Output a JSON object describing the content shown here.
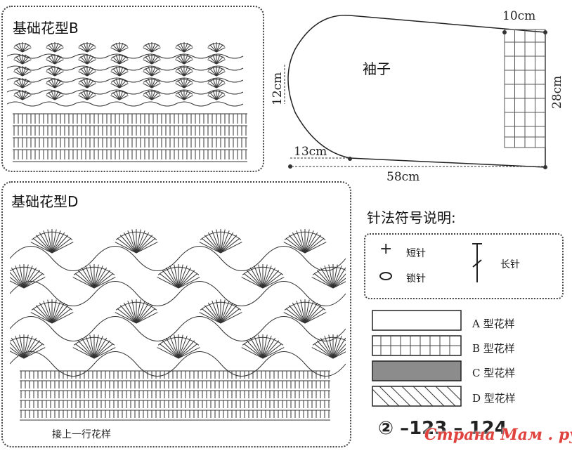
{
  "top_caption": "...",
  "panel_b": {
    "title": "基础花型B"
  },
  "panel_d": {
    "title": "基础花型D",
    "footer": "接上一行花样"
  },
  "sleeve": {
    "label": "袖子",
    "dims": {
      "top": "10cm",
      "left": "12cm",
      "right": "28cm",
      "bottom_left": "13cm",
      "bottom": "58cm"
    }
  },
  "symbols": {
    "heading": "针法符号说明:",
    "items": [
      {
        "glyph": "+",
        "name": "短针"
      },
      {
        "glyph": "⬭",
        "name": "锁针"
      },
      {
        "glyph": "T",
        "name": "长针"
      }
    ]
  },
  "legend": [
    {
      "label": "A 型花样",
      "pattern": "blank"
    },
    {
      "label": "B 型花样",
      "pattern": "grid"
    },
    {
      "label": "C 型花样",
      "pattern": "gray"
    },
    {
      "label": "D 型花样",
      "pattern": "hatch"
    }
  ],
  "page_number": "② –123 – 124",
  "watermark": "Страна Мам . ру"
}
